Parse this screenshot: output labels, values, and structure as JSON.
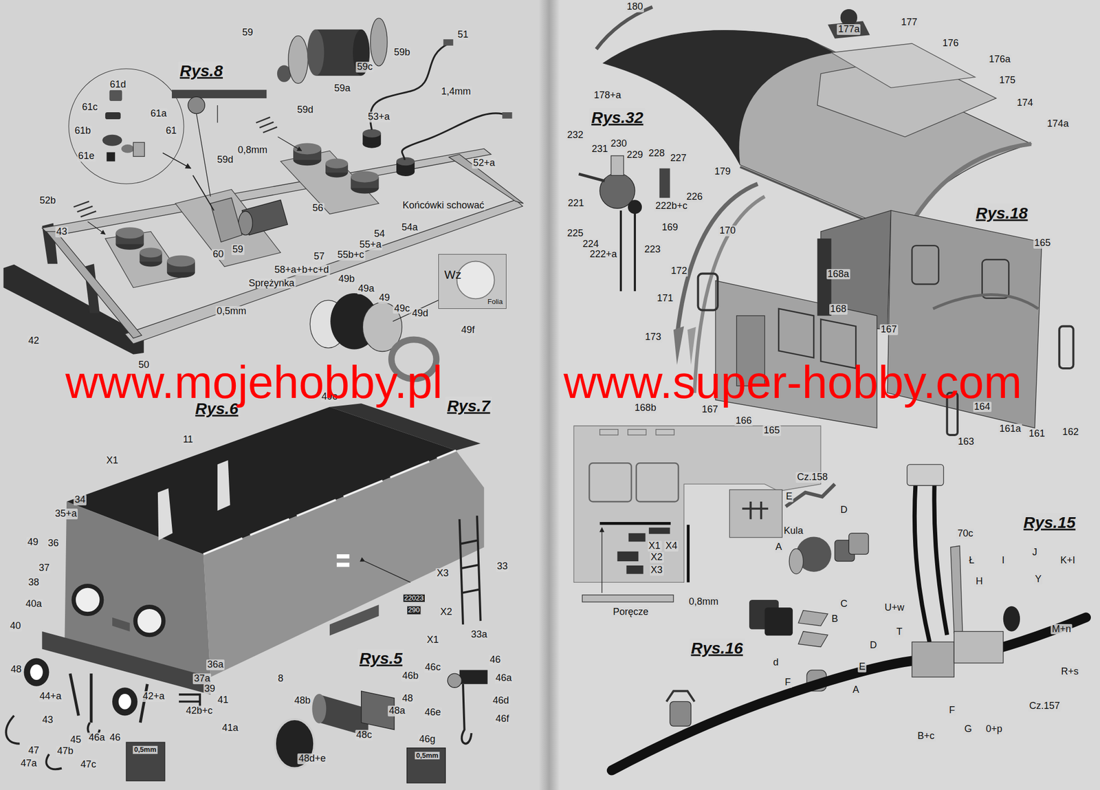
{
  "diagram": {
    "nodes": [
      {
        "text": [
          "Wz",
          "Folia"
        ]
      }
    ],
    "labels": [
      "Rys.8",
      "59",
      "59b",
      "59c",
      "59a",
      "59d",
      "51",
      "1,4mm",
      "61d",
      "61c",
      "61a",
      "61b",
      "61",
      "61e",
      "53+a",
      "52+a",
      "59d",
      "0,8mm",
      "52b",
      "43",
      "56",
      "Końcówki schować",
      "54a",
      "54",
      "55+a",
      "55b+c",
      "60",
      "59",
      "57",
      "58+a+b+c+d",
      "Sprężynka",
      "0,5mm",
      "42",
      "50",
      "49b",
      "49a",
      "49",
      "49c",
      "49d",
      "49f",
      "49e",
      "Rys.7",
      "Rys.6",
      "X1",
      "11",
      "34",
      "35+a",
      "49",
      "36",
      "37",
      "38",
      "40a",
      "40",
      "48",
      "44+a",
      "43",
      "45",
      "46a",
      "46",
      "47",
      "47b",
      "47a",
      "47c",
      "0,5mm",
      "42+a",
      "42b+c",
      "41",
      "41a",
      "39",
      "37a",
      "36a",
      "8",
      "X3",
      "22023",
      "290",
      "X2",
      "X1",
      "33",
      "33a",
      "Rys.5",
      "46c",
      "46",
      "46b",
      "46a",
      "48",
      "46d",
      "48b",
      "48a",
      "46e",
      "46f",
      "48c",
      "46g",
      "48d+e",
      "0,5mm",
      "www.mojehobby.pl",
      "www.super-hobby.com",
      "180",
      "177a",
      "177",
      "176",
      "176a",
      "175",
      "174",
      "174a",
      "178+a",
      "Rys.32",
      "232",
      "231",
      "230",
      "229",
      "228",
      "227",
      "226",
      "221",
      "222b+c",
      "225",
      "224",
      "222+a",
      "223",
      "179",
      "169",
      "170",
      "Rys.18",
      "165",
      "172",
      "168a",
      "171",
      "168",
      "167",
      "173",
      "164",
      "168b",
      "167",
      "166",
      "165",
      "161a",
      "161",
      "162",
      "163",
      "Cz.158",
      "E",
      "D",
      "Kula",
      "A",
      "X1",
      "X4",
      "X2",
      "X3",
      "C",
      "B",
      "0,8mm",
      "Poręcze",
      "Rys.16",
      "d",
      "F",
      "Rys.15",
      "70c",
      "J",
      "Ł",
      "I",
      "K+I",
      "H",
      "Y",
      "U+w",
      "M+n",
      "T",
      "D",
      "E",
      "R+s",
      "A",
      "Cz.157",
      "F",
      "G",
      "0+p",
      "B+c"
    ]
  }
}
